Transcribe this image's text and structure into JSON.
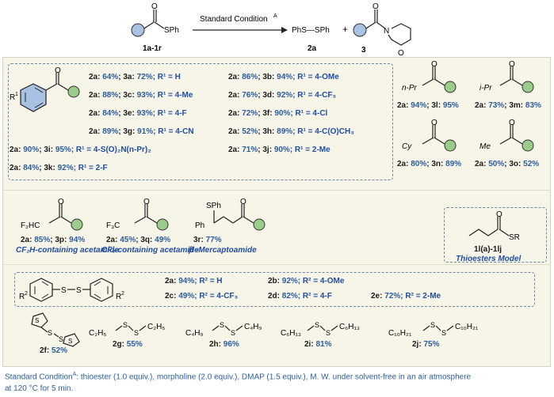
{
  "scheme": {
    "condition_label": "Standard Condition",
    "condition_sup": "A",
    "reactant_group": "SPh",
    "reactant_label": "1a-1r",
    "product_disulfide": "PhS—SPh",
    "product_disulfide_label": "2a",
    "plus": "+",
    "product_amide_label": "3"
  },
  "aryl_rows": [
    {
      "a": "2a: ",
      "ap": "64%",
      "b": "; 3a: ",
      "bp": "72%",
      "r": "; R¹ = H"
    },
    {
      "a": "2a: ",
      "ap": "88%",
      "b": "; 3c: ",
      "bp": "93%",
      "r": "; R¹ = 4-Me"
    },
    {
      "a": "2a: ",
      "ap": "84%",
      "b": "; 3e: ",
      "bp": "93%",
      "r": "; R¹ = 4-F"
    },
    {
      "a": "2a: ",
      "ap": "89%",
      "b": "; 3g: ",
      "bp": "91%",
      "r": "; R¹ = 4-CN"
    },
    {
      "a": "2a: ",
      "ap": "90%",
      "b": "; 3i: ",
      "bp": "95%",
      "r": "; R¹ = 4-S(O)₂N(n-Pr)₂"
    },
    {
      "a": "2a: ",
      "ap": "84%",
      "b": "; 3k: ",
      "bp": "92%",
      "r": "; R¹ = 2-F"
    }
  ],
  "aryl_rows_right": [
    {
      "a": "2a: ",
      "ap": "86%",
      "b": "; 3b: ",
      "bp": "94%",
      "r": "; R¹ = 4-OMe"
    },
    {
      "a": "2a: ",
      "ap": "76%",
      "b": "; 3d: ",
      "bp": "92%",
      "r": "; R¹ = 4-CF₃"
    },
    {
      "a": "2a: ",
      "ap": "72%",
      "b": "; 3f: ",
      "bp": "90%",
      "r": "; R¹ = 4-Cl"
    },
    {
      "a": "2a: ",
      "ap": "52%",
      "b": "; 3h: ",
      "bp": "89%",
      "r": "; R¹ = 4-C(O)CH₃"
    },
    {
      "a": "2a: ",
      "ap": "71%",
      "b": "; 3j: ",
      "bp": "90%",
      "r": "; R¹ = 2-Me"
    }
  ],
  "aryl_r_label": "R",
  "aryl_r_sup": "1",
  "alkyl": [
    {
      "group": "n-Pr",
      "a": "2a: ",
      "ap": "94%",
      "b": "; 3l: ",
      "bp": "95%"
    },
    {
      "group": "i-Pr",
      "a": "2a: ",
      "ap": "73%",
      "b": "; 3m: ",
      "bp": "83%"
    },
    {
      "group": "Cy",
      "a": "2a: ",
      "ap": "80%",
      "b": "; 3n: ",
      "bp": "89%"
    },
    {
      "group": "Me",
      "a": "2a: ",
      "ap": "50%",
      "b": "; 3o: ",
      "bp": "52%"
    }
  ],
  "special": [
    {
      "group": "F₂HC",
      "a": "2a: ",
      "ap": "85%",
      "b": "; 3p: ",
      "bp": "94%",
      "caption": "CF₂H-containing acetamide"
    },
    {
      "group": "F₃C",
      "a": "2a: ",
      "ap": "45%",
      "b": "; 3q: ",
      "bp": "49%",
      "caption": "CF₃-containing acetamide"
    },
    {
      "group": "SPh",
      "group2": "Ph",
      "a": "3r: ",
      "ap": "77%",
      "caption": "β -Mercaptoamide"
    }
  ],
  "thioester": {
    "group": "SR",
    "label": "1l(a)-1lj",
    "caption": "Thioesters Model"
  },
  "disulfide_rows": [
    {
      "a": "2a: ",
      "ap": "94%",
      "r": "; R² = H"
    },
    {
      "a": "2c: ",
      "ap": "49%",
      "r": "; R² = 4-CF₃"
    }
  ],
  "disulfide_rows_mid": [
    {
      "a": "2b: ",
      "ap": "92%",
      "r": "; R² = 4-OMe"
    },
    {
      "a": "2d: ",
      "ap": "82%",
      "r": "; R² = 4-F"
    }
  ],
  "disulfide_row_right": {
    "a": "2e: ",
    "ap": "72%",
    "r": "; R² = 2-Me"
  },
  "disulfide_r_label": "R",
  "disulfide_r_sup": "2",
  "dialkyl": [
    {
      "label": "2f: ",
      "pct": "52%"
    },
    {
      "left": "C₂H₅",
      "right": "C₂H₅",
      "label": "2g: ",
      "pct": "55%"
    },
    {
      "left": "C₄H₉",
      "right": "C₄H₉",
      "label": "2h: ",
      "pct": "96%"
    },
    {
      "left": "C₆H₁₃",
      "right": "C₆H₁₃",
      "label": "2i: ",
      "pct": "81%"
    },
    {
      "left": "C₁₀H₂₁",
      "right": "C₁₀H₂₁",
      "label": "2j: ",
      "pct": "75%"
    }
  ],
  "footer_line1": "Standard Condition",
  "footer_sup": "A",
  "footer_line1_rest": ": thioester (1.0 equiv.), morpholine (2.0 equiv.), DMAP (1.5 equiv.),  M. W. under solvent-free in an air atmosphere",
  "footer_line2": "at 120 °C for 5 min.",
  "colors": {
    "circle_blue": "#a9c1e3",
    "circle_green": "#9ccc8a",
    "accent_blue": "#1f4ea3",
    "box_bg": "#f7f4e8"
  }
}
